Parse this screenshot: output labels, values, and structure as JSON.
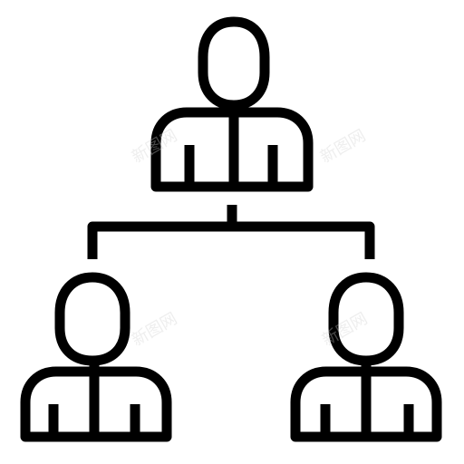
{
  "icon": {
    "name": "org-chart-icon",
    "stroke_color": "#000000",
    "background_color": "#ffffff",
    "people": [
      {
        "role": "top"
      },
      {
        "role": "bottom-left"
      },
      {
        "role": "bottom-right"
      }
    ]
  },
  "watermark": {
    "text": "新图网"
  }
}
